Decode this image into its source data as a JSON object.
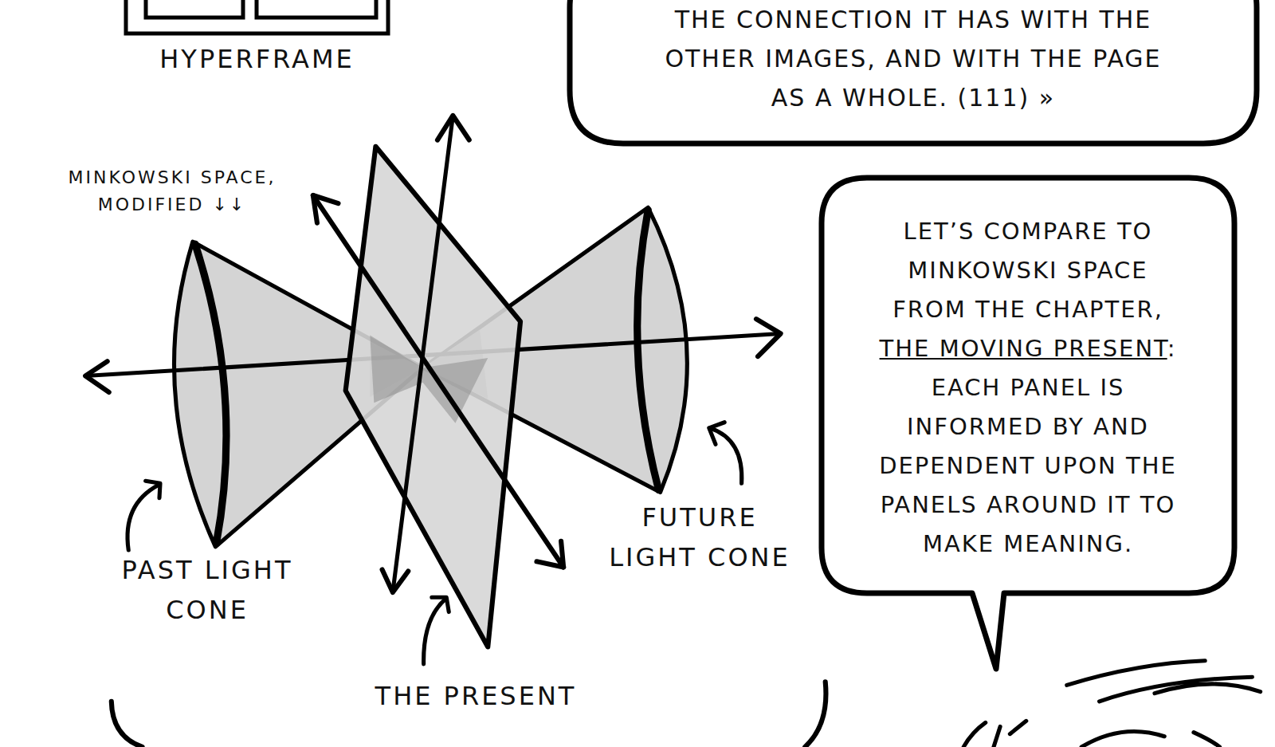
{
  "diagram": {
    "nodes": [
      {
        "text": [
          "HYPERFRAME"
        ]
      },
      {
        "text": [
          "THE CONNECTION IT HAS WITH THE OTHER IMAGES, AND WITH THE PAGE AS A WHOLE. (111) »"
        ]
      },
      {
        "text": [
          "LET’S COMPARE TO MINKOWSKI SPACE FROM THE CHAPTER,",
          "THE MOVING PRESENT",
          ": EACH PANEL IS INFORMED BY AND DEPENDENT UPON THE PANELS AROUND IT TO MAKE MEANING."
        ]
      }
    ],
    "labels": [
      "MINKOWSKI SPACE, MODIFIED ↓↓",
      "PAST LIGHT CONE",
      "THE PRESENT",
      "FUTURE LIGHT CONE"
    ]
  }
}
